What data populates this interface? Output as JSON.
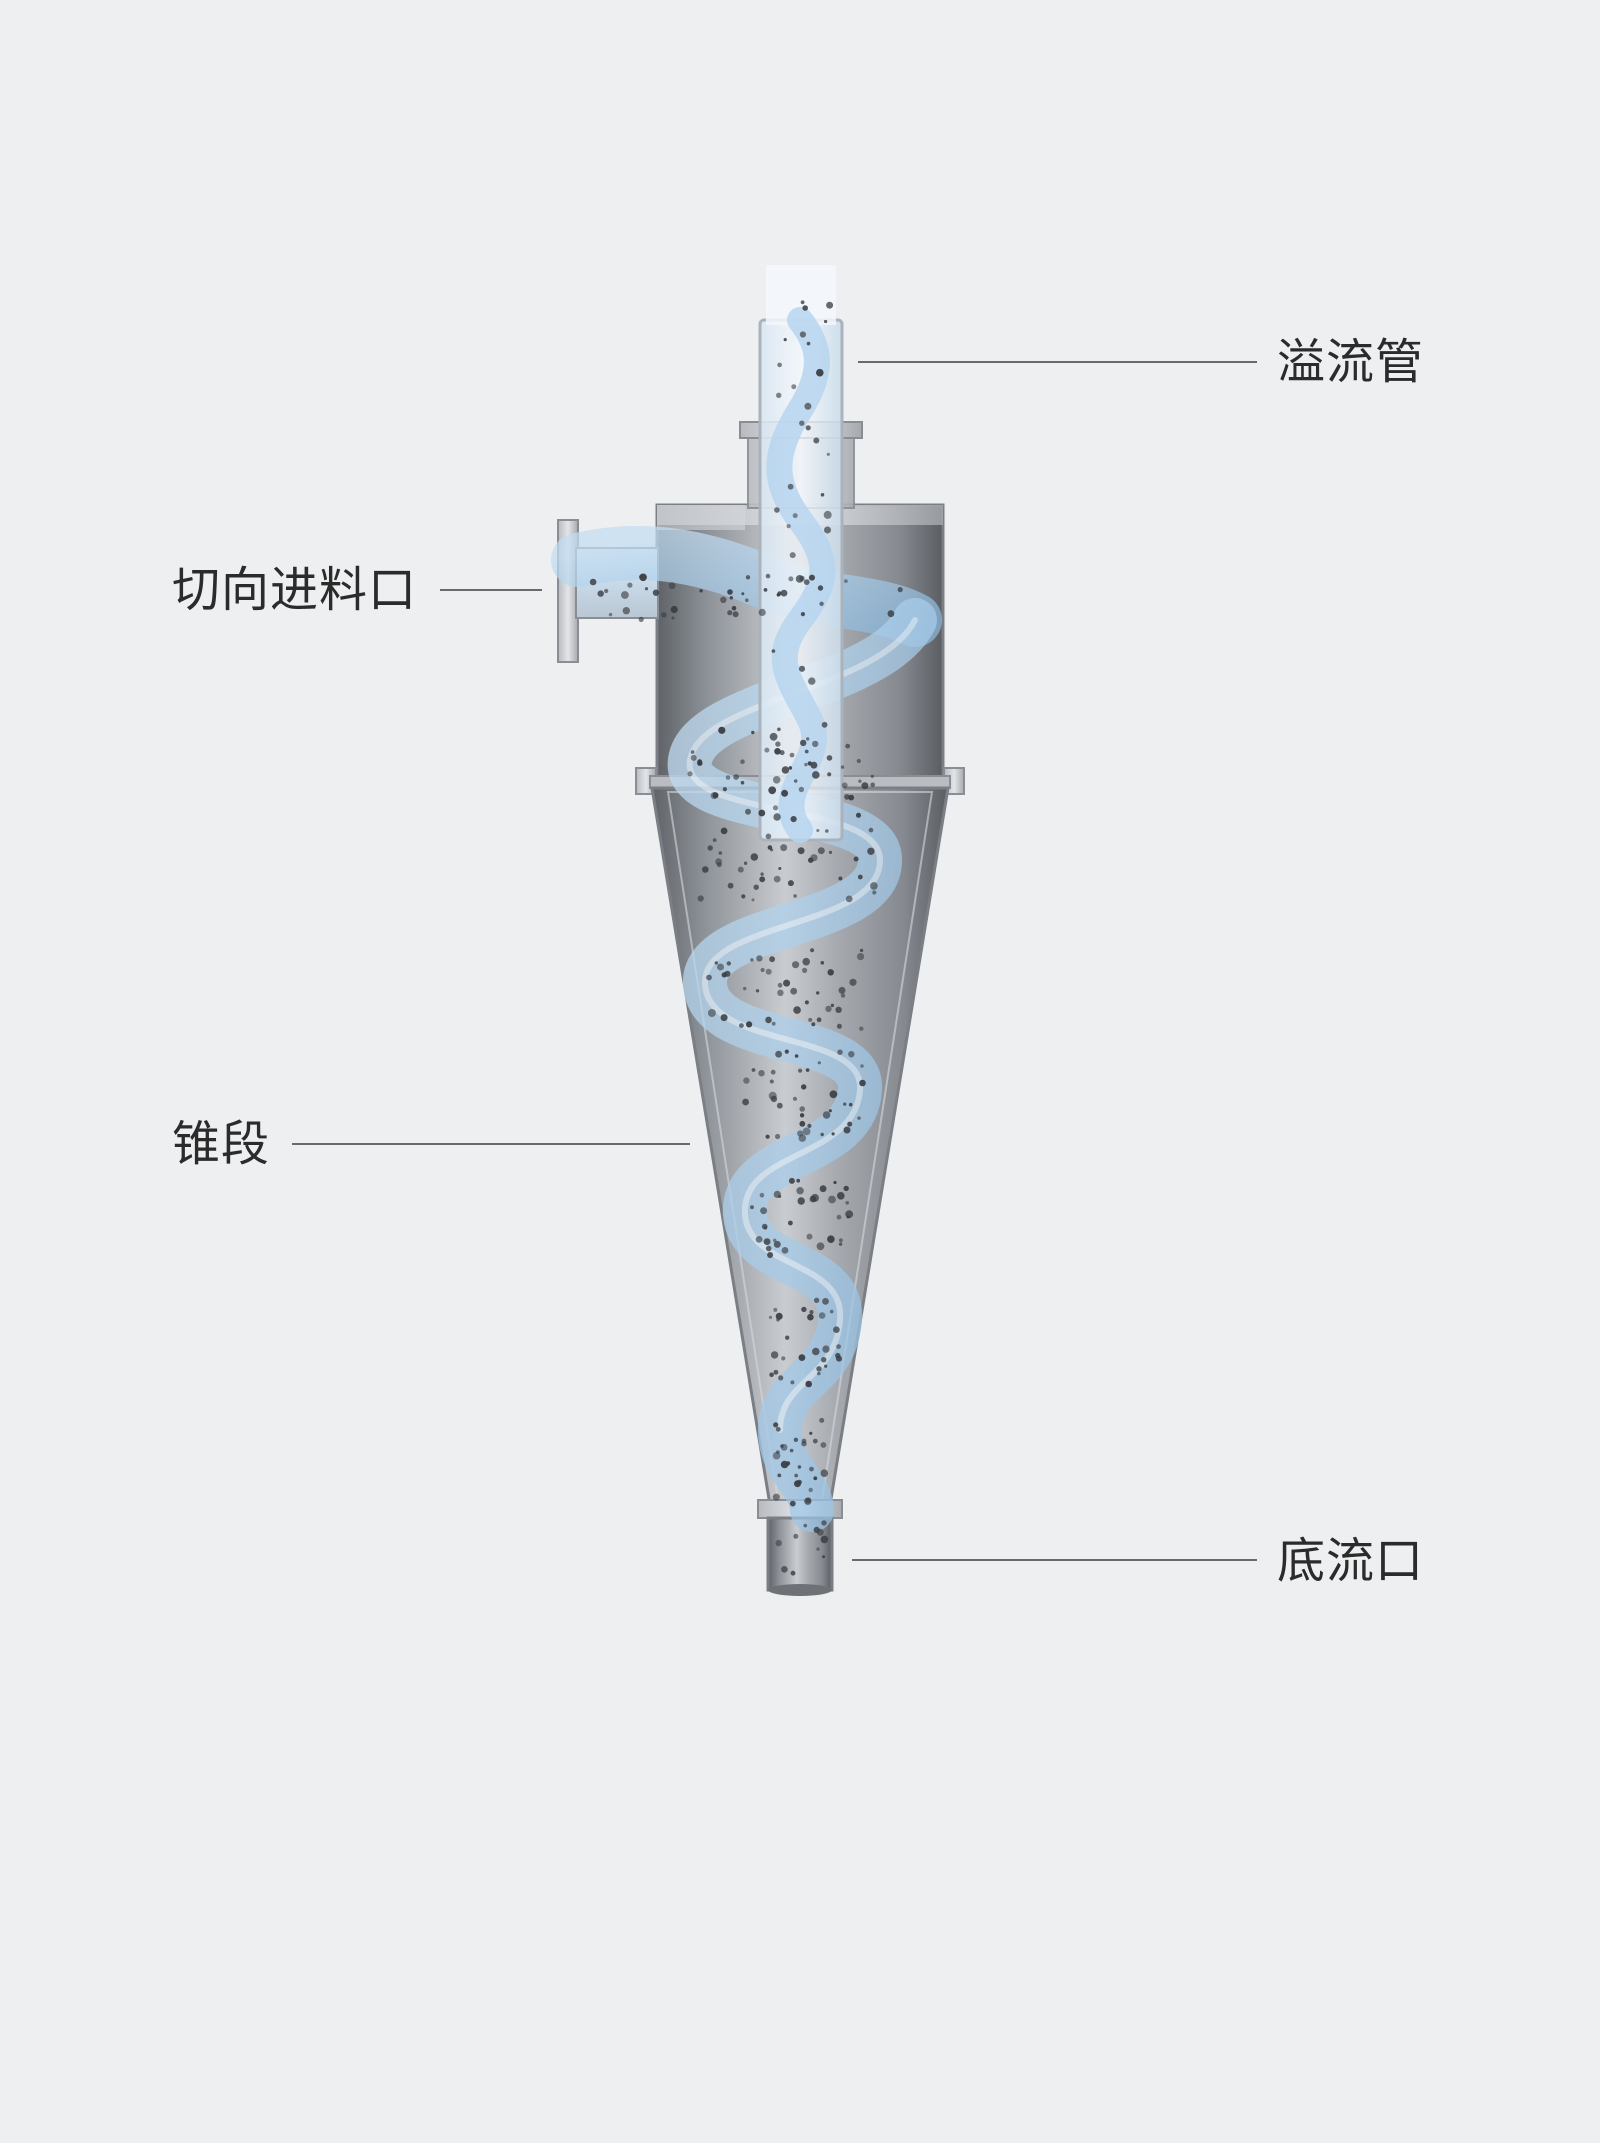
{
  "labels": {
    "overflow_pipe": "溢流管",
    "tangential_inlet": "切向进料口",
    "cone_section": "锥段",
    "underflow_outlet": "底流口"
  },
  "colors": {
    "background": "#eeeff1",
    "steel": "#9ea2a8",
    "water": "#a9cdea",
    "particle": "#3a3d42",
    "leader_line": "#6a6a6a",
    "label_text": "#2b2b2b"
  }
}
